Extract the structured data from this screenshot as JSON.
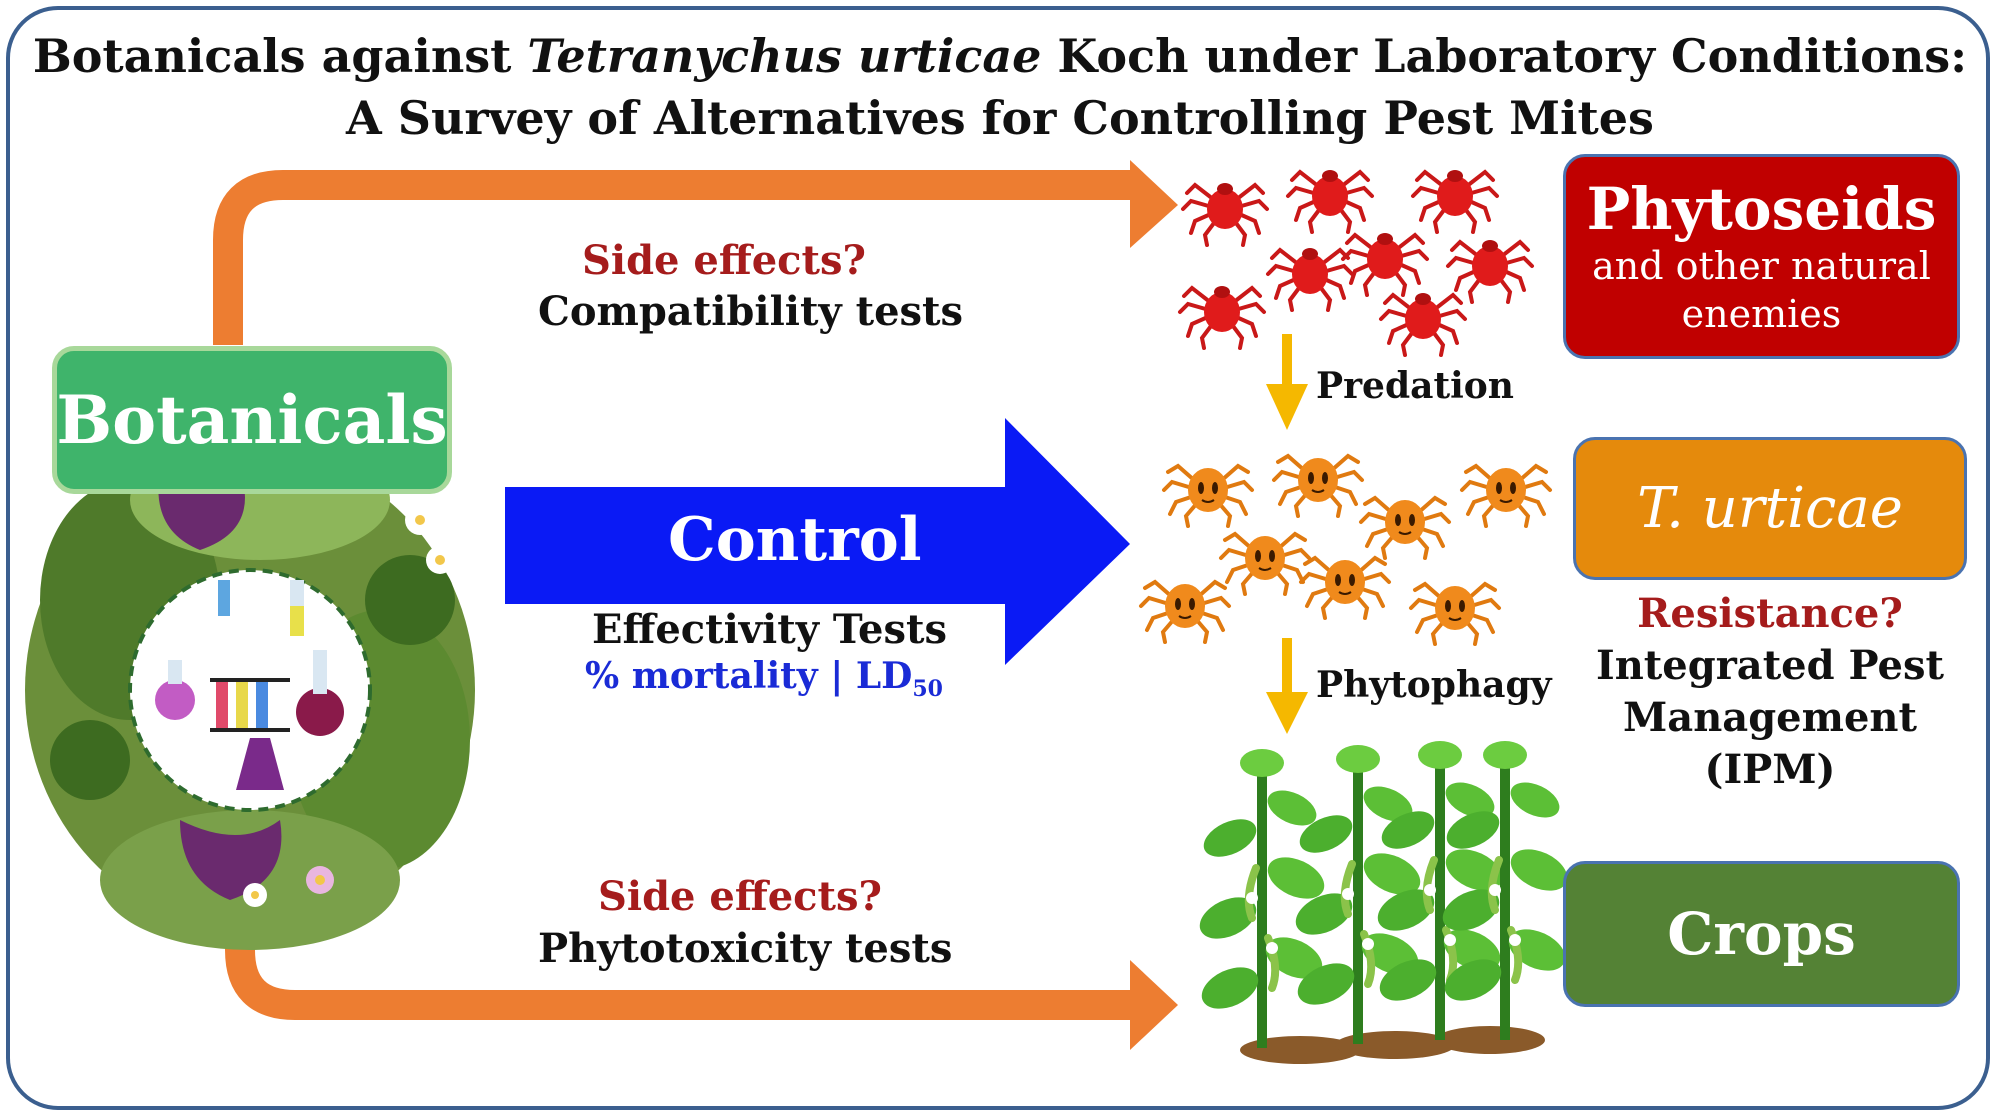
{
  "title": {
    "line1_pre": "Botanicals against ",
    "line1_italic": "Tetranychus urticae",
    "line1_post": " Koch under Laboratory Conditions:",
    "line2": "A Survey of Alternatives for Controlling Pest Mites"
  },
  "botanicals_label": "Botanicals",
  "control_label": "Control",
  "top_arrow": {
    "question": "Side effects?",
    "tests": "Compatibility tests"
  },
  "middle_arrow": {
    "tests": "Effectivity Tests",
    "metric_pre": "% mortality  |  LD",
    "metric_sub": "50"
  },
  "bottom_arrow": {
    "question": "Side effects?",
    "tests": "Phytotoxicity tests"
  },
  "flow_labels": {
    "predation": "Predation",
    "phytophagy": "Phytophagy"
  },
  "boxes": {
    "phytoseids": {
      "title": "Phytoseids",
      "subtitle_line1": "and other natural",
      "subtitle_line2": "enemies"
    },
    "urticae": {
      "title": "T. urticae"
    },
    "crops": {
      "title": "Crops"
    }
  },
  "ipm": {
    "question": "Resistance?",
    "line1": "Integrated Pest",
    "line2": "Management",
    "line3": "(IPM)"
  },
  "colors": {
    "frame": "#3b5f8f",
    "orange_arrow": "#ed7d31",
    "blue_arrow": "#0a1af5",
    "yellow_arrow": "#f5b800",
    "botanicals_box": "#3fb46b",
    "phytoseids_box": "#c00000",
    "urticae_box": "#e58a0c",
    "crops_box": "#548235",
    "question_red": "#a51c1c",
    "metric_blue": "#1a2bd6"
  }
}
